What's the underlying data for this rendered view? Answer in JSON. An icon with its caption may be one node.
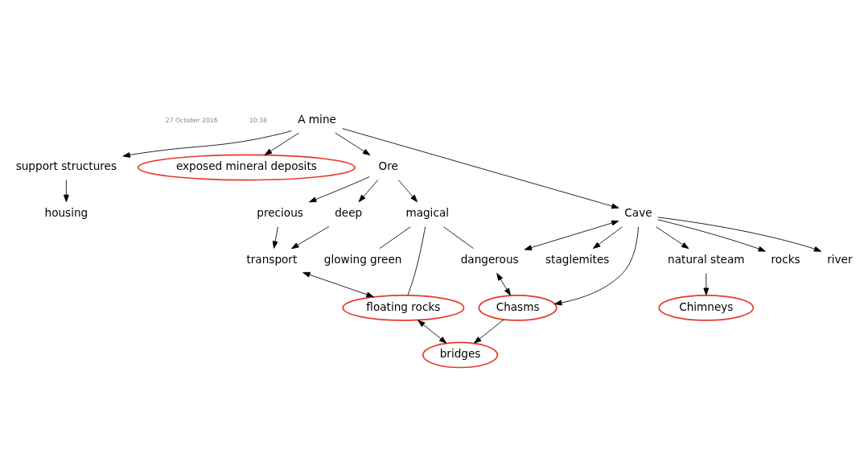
{
  "diagram": {
    "nodes": [
      {
        "text": [
          "A mine"
        ]
      },
      {
        "text": [
          "natural steam"
        ]
      },
      {
        "text": [
          "Chimneys"
        ]
      },
      {
        "text": [
          "housing"
        ]
      },
      {
        "text": [
          "support structures"
        ]
      },
      {
        "text": [
          "exposed mineral deposits"
        ]
      },
      {
        "text": [
          "Ore"
        ]
      },
      {
        "text": [
          "Cave"
        ]
      },
      {
        "text": [
          "bridges"
        ]
      },
      {
        "text": [
          "Chasms"
        ]
      },
      {
        "text": [
          "rocks"
        ]
      },
      {
        "text": [
          "river"
        ]
      },
      {
        "text": [
          "staglemites"
        ]
      },
      {
        "text": [
          "dangerous"
        ]
      },
      {
        "text": [
          "magical"
        ]
      },
      {
        "text": [
          "deep"
        ]
      },
      {
        "text": [
          "precious"
        ]
      },
      {
        "text": [
          "glowing green"
        ]
      },
      {
        "text": [
          "transport"
        ]
      },
      {
        "text": [
          "floating rocks"
        ]
      }
    ],
    "edges": [
      {
        "from": 7,
        "to": 1,
        "arrow": "to"
      },
      {
        "from": 1,
        "to": 2,
        "arrow": "to"
      },
      {
        "from": 0,
        "to": 4,
        "arrow": "to"
      },
      {
        "from": 4,
        "to": 3,
        "arrow": "to"
      },
      {
        "from": 0,
        "to": 5,
        "arrow": "to"
      },
      {
        "from": 0,
        "to": 6,
        "arrow": "to"
      },
      {
        "from": 0,
        "to": 7,
        "arrow": "to"
      },
      {
        "from": 7,
        "to": 9,
        "arrow": "to"
      },
      {
        "from": 9,
        "to": 8,
        "arrow": "to"
      },
      {
        "from": 7,
        "to": 10,
        "arrow": "to"
      },
      {
        "from": 7,
        "to": 11,
        "arrow": "to"
      },
      {
        "from": 7,
        "to": 12,
        "arrow": "to"
      },
      {
        "from": 7,
        "to": 13,
        "arrow": "both"
      },
      {
        "from": 13,
        "to": 9,
        "arrow": "both"
      },
      {
        "from": 14,
        "to": 13,
        "arrow": "none"
      },
      {
        "from": 14,
        "to": 17,
        "arrow": "none"
      },
      {
        "from": 14,
        "to": 19,
        "arrow": "none"
      },
      {
        "from": 6,
        "to": 15,
        "arrow": "to"
      },
      {
        "from": 6,
        "to": 16,
        "arrow": "to"
      },
      {
        "from": 6,
        "to": 14,
        "arrow": "to"
      },
      {
        "from": 15,
        "to": 18,
        "arrow": "to"
      },
      {
        "from": 16,
        "to": 18,
        "arrow": "to"
      },
      {
        "from": 18,
        "to": 19,
        "arrow": "both"
      },
      {
        "from": 19,
        "to": 8,
        "arrow": "both"
      }
    ],
    "labels": [
      "27 October 2016",
      "10:38"
    ]
  }
}
